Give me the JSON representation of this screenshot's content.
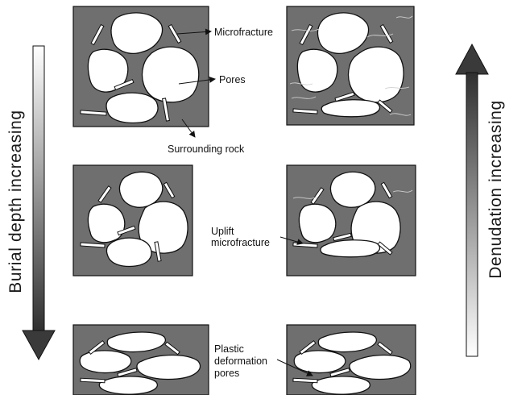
{
  "labels": {
    "microfracture": "Microfracture",
    "pores": "Pores",
    "surrounding_rock": "Surrounding rock",
    "uplift_line1": "Uplift",
    "uplift_line2": "microfracture",
    "plastic_line1": "Plastic",
    "plastic_line2": "deformation",
    "plastic_line3": "pores"
  },
  "axes": {
    "left": "Burial depth increasing",
    "right": "Denudation increasing"
  },
  "colors": {
    "rock": "#6f6f6f",
    "grain": "#ffffff",
    "outline": "#111111",
    "arrow_dark": "#3a3a3a"
  }
}
